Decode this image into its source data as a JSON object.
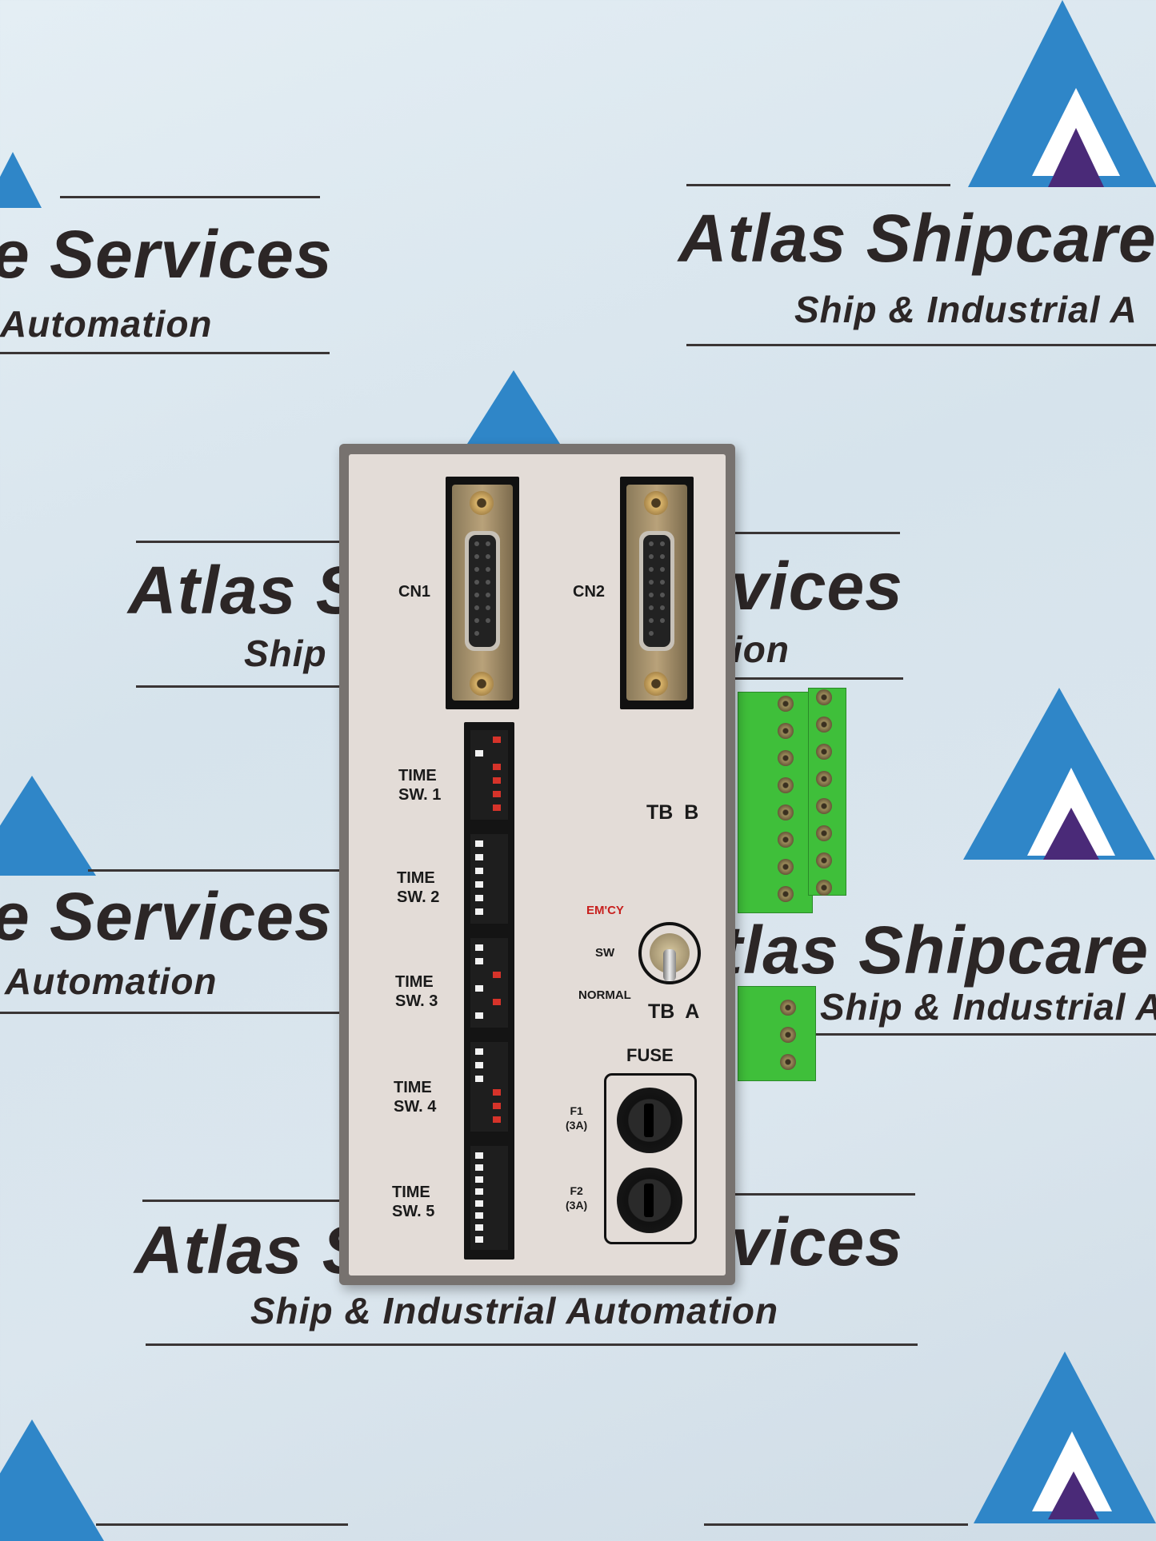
{
  "background_banner": {
    "texts": [
      "e Services",
      "Automation",
      "Atlas Shipcare",
      "Ship & Industrial A",
      "Atlas S",
      "Ship",
      "rvices",
      "ion",
      "e Services",
      "Automation",
      "tlas Shipcare",
      "Ship & Industrial A",
      "Atlas S",
      "rvices",
      "Ship & Industrial Automation"
    ],
    "colors": {
      "text": "#2c2626",
      "triangle_blue": "#2f86c8",
      "triangle_purple": "#4a2a78",
      "background": "#dbe6ee"
    }
  },
  "device": {
    "connectors": [
      {
        "label": "CN1"
      },
      {
        "label": "CN2"
      }
    ],
    "time_switches": [
      {
        "label_line1": "TIME",
        "label_line2": "SW. 1",
        "positions": [
          "on",
          "off",
          "on",
          "on",
          "on",
          "on"
        ]
      },
      {
        "label_line1": "TIME",
        "label_line2": "SW. 2",
        "positions": [
          "off",
          "off",
          "off",
          "off",
          "off",
          "off"
        ]
      },
      {
        "label_line1": "TIME",
        "label_line2": "SW. 3",
        "positions": [
          "off",
          "off",
          "on",
          "off",
          "on",
          "off"
        ]
      },
      {
        "label_line1": "TIME",
        "label_line2": "SW. 4",
        "positions": [
          "off",
          "off",
          "off",
          "on",
          "on",
          "on"
        ]
      },
      {
        "label_line1": "TIME",
        "label_line2": "SW. 5",
        "positions": [
          "off",
          "off",
          "off",
          "off",
          "off",
          "off",
          "off",
          "off"
        ]
      }
    ],
    "tb_b_label": "TB  B",
    "tb_a_label": "TB  A",
    "toggle": {
      "label_top": "EM'CY",
      "label_mid": "SW",
      "label_bottom": "NORMAL",
      "state": "NORMAL"
    },
    "fuse": {
      "title": "FUSE",
      "fuses": [
        {
          "name": "F1",
          "rating": "(3A)"
        },
        {
          "name": "F2",
          "rating": "(3A)"
        }
      ]
    },
    "colors": {
      "panel": "#e3dcd7",
      "housing": "#77726f",
      "emergency_red": "#c8201e",
      "terminal_green": "#3fbf3a",
      "dip_on": "#d6332a",
      "dip_off": "#f2f2f2"
    }
  }
}
